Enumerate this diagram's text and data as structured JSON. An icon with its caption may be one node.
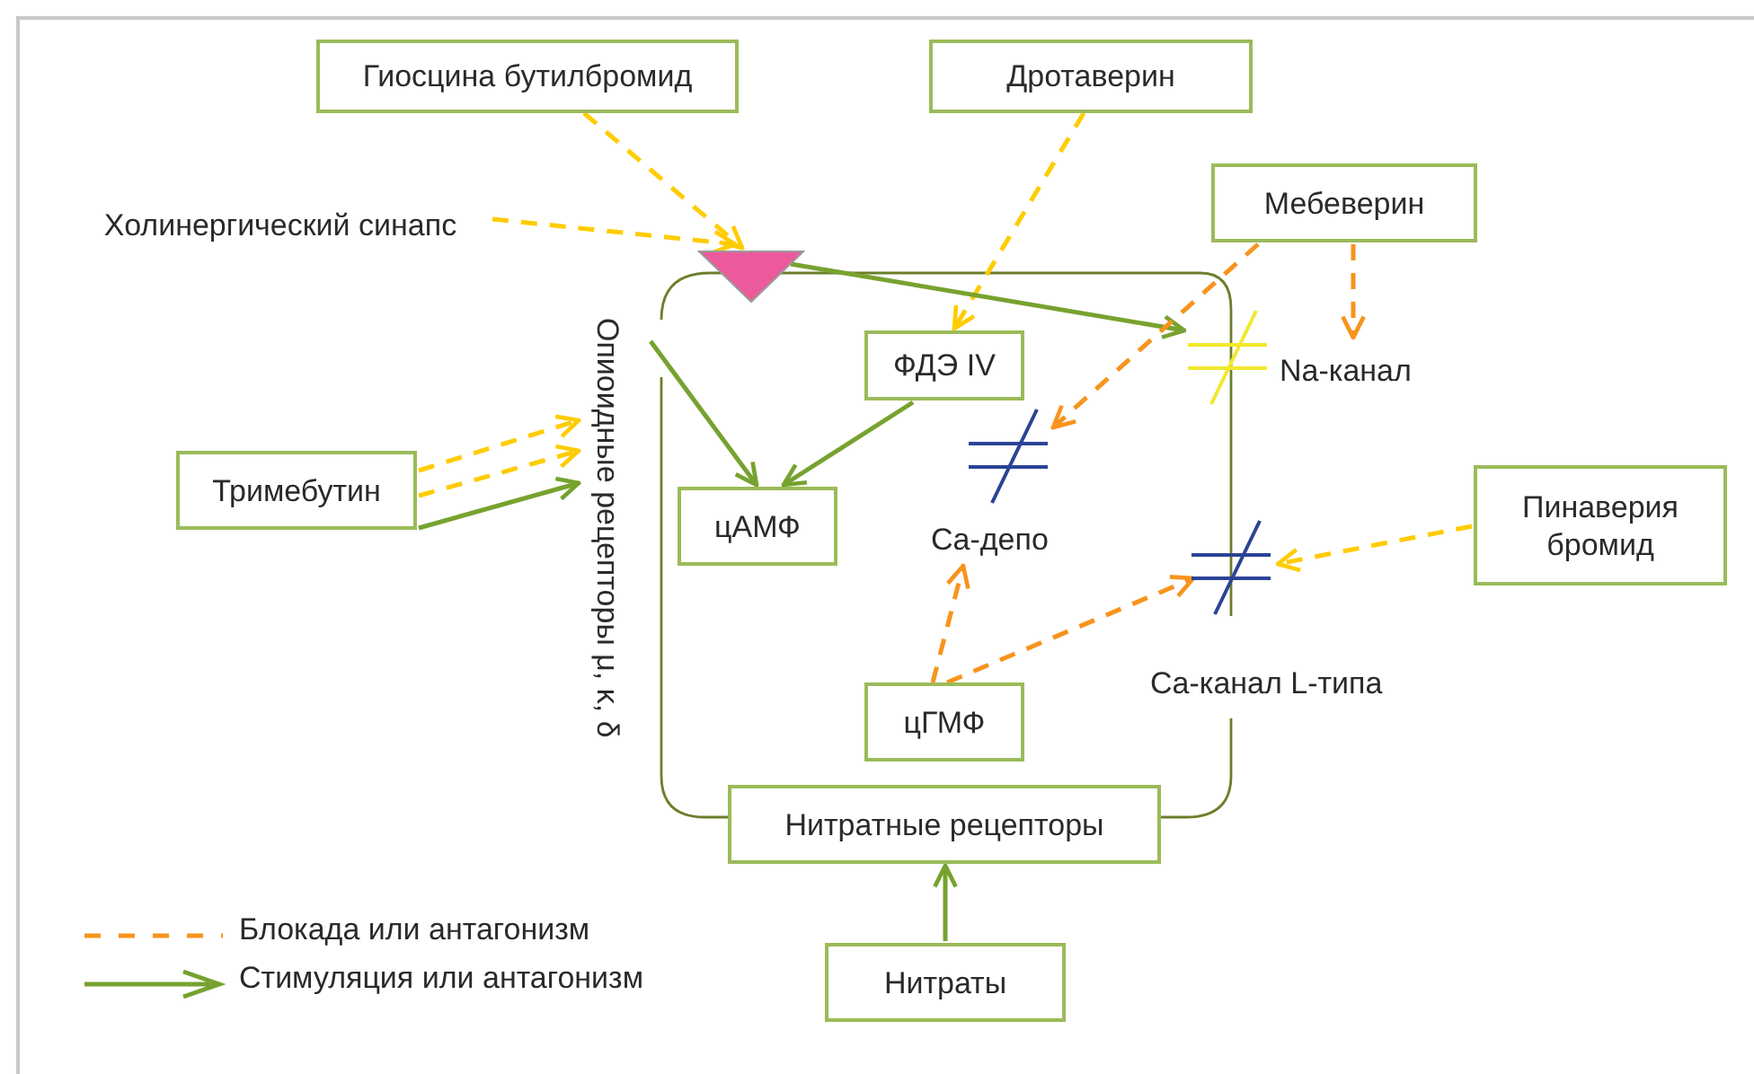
{
  "diagram": {
    "nodes": [
      {
        "text": [
          "Гиосцина бутилбромид"
        ]
      },
      {
        "text": [
          "Дротаверин"
        ]
      },
      {
        "text": [
          "Холинергический синапс"
        ]
      },
      {
        "text": [],
        "shape": "triangle"
      },
      {
        "text": [
          "Мебеверин"
        ]
      },
      {
        "text": [
          "Опиоидные рецепторы μ, κ, δ"
        ]
      },
      {
        "text": [
          "ФДЭ IV"
        ]
      },
      {
        "text": [
          "Na-канал"
        ]
      },
      {
        "text": [
          "Ca-депо"
        ]
      },
      {
        "text": [
          "Ca-канал L-типа"
        ]
      },
      {
        "text": [
          "Тримебутин"
        ]
      },
      {
        "text": [
          "Пинаверия бромид"
        ]
      },
      {
        "text": [
          "цАМФ"
        ]
      },
      {
        "text": [
          "цГМФ"
        ]
      },
      {
        "text": [
          "Нитратные рецепторы"
        ]
      },
      {
        "text": [
          "Нитраты"
        ]
      }
    ],
    "edges": [
      {
        "from": 0,
        "to": 3,
        "arrow": "to",
        "style": "dashed"
      },
      {
        "from": 2,
        "to": 3,
        "arrow": "to",
        "style": "dashed"
      },
      {
        "from": 1,
        "to": 6,
        "arrow": "to",
        "style": "dashed"
      },
      {
        "from": 3,
        "to": 7,
        "arrow": "to",
        "color": "#77a22f"
      },
      {
        "from": 4,
        "to": 8,
        "arrow": "to",
        "style": "dashed",
        "color": "#f7941d"
      },
      {
        "from": 4,
        "to": 7,
        "arrow": "to",
        "style": "dashed",
        "color": "#f7941d"
      },
      {
        "from": 10,
        "to": 5,
        "arrow": "to",
        "style": "dashed"
      },
      {
        "from": 10,
        "to": 5,
        "arrow": "to",
        "style": "dashed"
      },
      {
        "from": 10,
        "to": 5,
        "arrow": "to",
        "color": "#77a22f"
      },
      {
        "from": 5,
        "to": 12,
        "arrow": "to",
        "color": "#77a22f"
      },
      {
        "from": 6,
        "to": 12,
        "arrow": "to",
        "color": "#77a22f"
      },
      {
        "from": 11,
        "to": 9,
        "arrow": "to",
        "style": "dashed"
      },
      {
        "from": 13,
        "to": 8,
        "arrow": "to",
        "style": "dashed",
        "color": "#f7941d"
      },
      {
        "from": 13,
        "to": 9,
        "arrow": "to",
        "style": "dashed",
        "color": "#f7941d"
      },
      {
        "from": 15,
        "to": 14,
        "arrow": "to",
        "color": "#77a22f"
      }
    ],
    "legend": [
      {
        "text": "Блокада или антагонизм"
      },
      {
        "text": "Стимуляция или антагонизм"
      }
    ]
  }
}
